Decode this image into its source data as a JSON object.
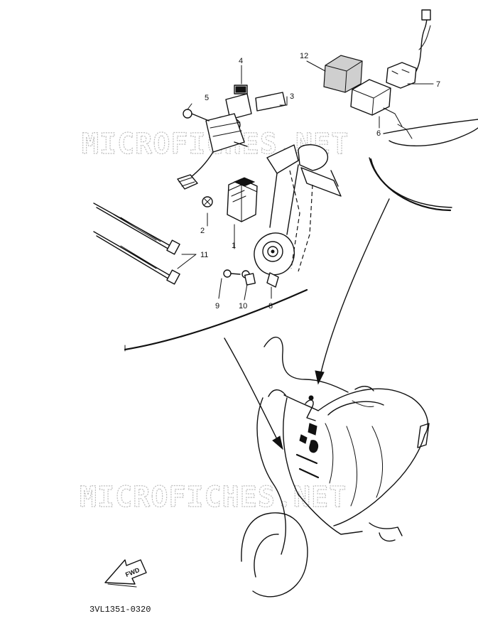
{
  "diagram": {
    "watermarks": [
      "MICROFICHES.NET",
      "MICROFICHES.NET"
    ],
    "callouts": [
      {
        "id": "1",
        "label": "1"
      },
      {
        "id": "2",
        "label": "2"
      },
      {
        "id": "3",
        "label": "3"
      },
      {
        "id": "4",
        "label": "4"
      },
      {
        "id": "5",
        "label": "5"
      },
      {
        "id": "6",
        "label": "6"
      },
      {
        "id": "7",
        "label": "7"
      },
      {
        "id": "8",
        "label": "8"
      },
      {
        "id": "9",
        "label": "9"
      },
      {
        "id": "10",
        "label": "10"
      },
      {
        "id": "11",
        "label": "11"
      },
      {
        "id": "12",
        "label": "12"
      }
    ],
    "fwd_label": "FWD",
    "drawing_code": "3VL1351-0320"
  }
}
